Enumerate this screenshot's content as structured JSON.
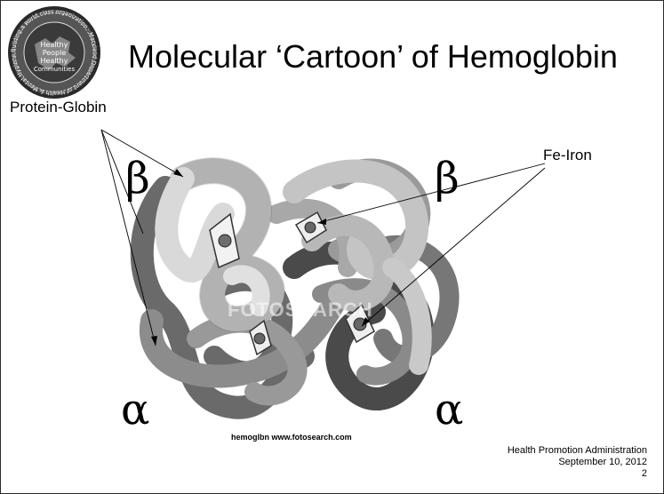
{
  "slide": {
    "title": "Molecular ‘Cartoon’ of Hemoglobin",
    "logo": {
      "ring_text": "Building a world class organization · Maryland Department of Health & Mental Hygiene",
      "center_text": [
        "Healthy",
        "People",
        "Healthy",
        "Communities"
      ]
    },
    "labels": {
      "protein": "Protein-Globin",
      "iron": "Fe-Iron"
    },
    "subunits": {
      "beta_left": "β",
      "beta_right": "β",
      "alpha_left": "α",
      "alpha_right": "α"
    },
    "watermark": "FOTOSEARCH",
    "image_credit": "hemoglbn www.fotosearch.com",
    "footer": {
      "org": "Health Promotion Administration",
      "date": "September 10, 2012",
      "page": "2"
    }
  }
}
